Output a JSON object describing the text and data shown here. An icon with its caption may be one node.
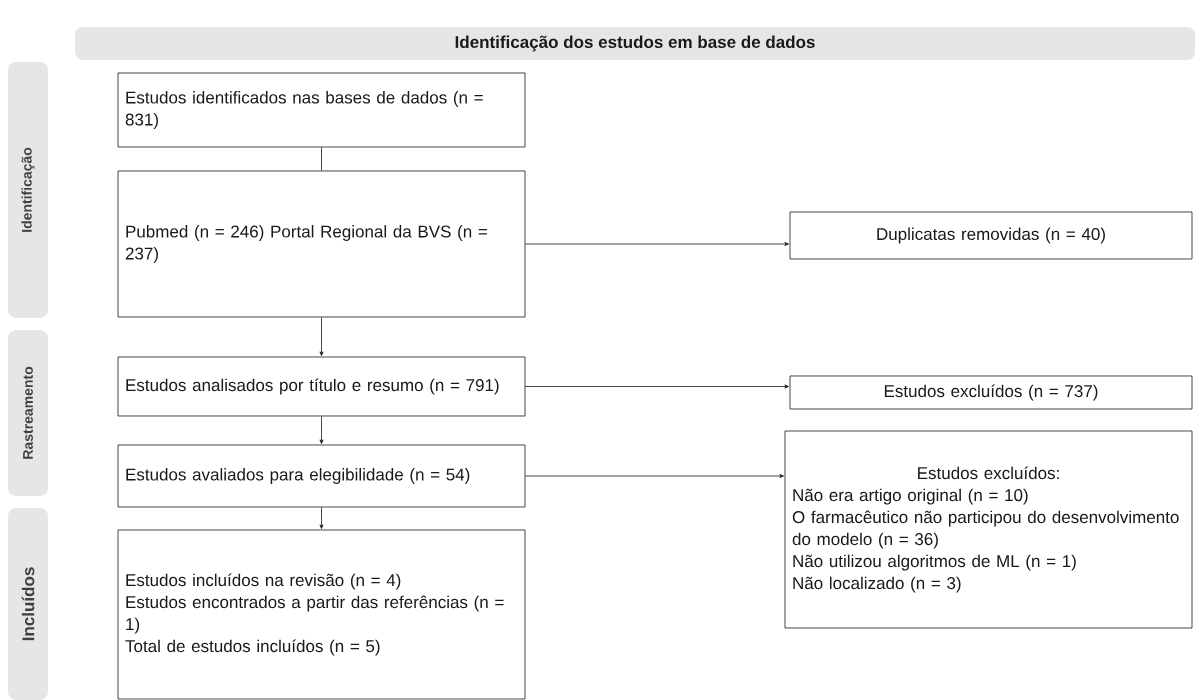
{
  "diagram": {
    "nodes": [
      {
        "text": [
          "Identificação dos estudos em base de dados"
        ]
      },
      {
        "text": [
          "Identificação"
        ]
      },
      {
        "text": [
          "Rastreamento"
        ]
      },
      {
        "text": [
          "Incluídos"
        ]
      },
      {
        "text": [
          "Estudos identificados nas bases de dados (n = 831)"
        ]
      },
      {
        "text": [
          "Pubmed (n = 246) Portal Regional da BVS (n = 237)"
        ]
      },
      {
        "text": [
          "Duplicatas removidas (n = 40)"
        ]
      },
      {
        "text": [
          "Estudos analisados por título e resumo (n = 791)"
        ]
      },
      {
        "text": [
          "Estudos excluídos (n = 737)"
        ]
      },
      {
        "text": [
          "Estudos avaliados para elegibilidade (n = 54)"
        ]
      },
      {
        "text": [
          "Estudos excluídos:",
          "Não era artigo original (n = 10)",
          "O farmacêutico não participou do desenvolvimento do modelo (n = 36)",
          "Não utilizou algoritmos de ML (n = 1)",
          "Não localizado (n = 3)"
        ]
      },
      {
        "text": [
          "Estudos incluídos na revisão (n = 4)",
          "Estudos encontrados a partir das referências (n = 1)",
          "Total de estudos incluídos (n = 5)"
        ]
      }
    ],
    "edges": [
      {
        "from": 4,
        "to": 5,
        "arrow": "none"
      },
      {
        "from": 5,
        "to": 6,
        "arrow": "to"
      },
      {
        "from": 5,
        "to": 7,
        "arrow": "to"
      },
      {
        "from": 7,
        "to": 8,
        "arrow": "to"
      },
      {
        "from": 7,
        "to": 9,
        "arrow": "to"
      },
      {
        "from": 9,
        "to": 10,
        "arrow": "to"
      },
      {
        "from": 9,
        "to": 11,
        "arrow": "to"
      }
    ]
  }
}
